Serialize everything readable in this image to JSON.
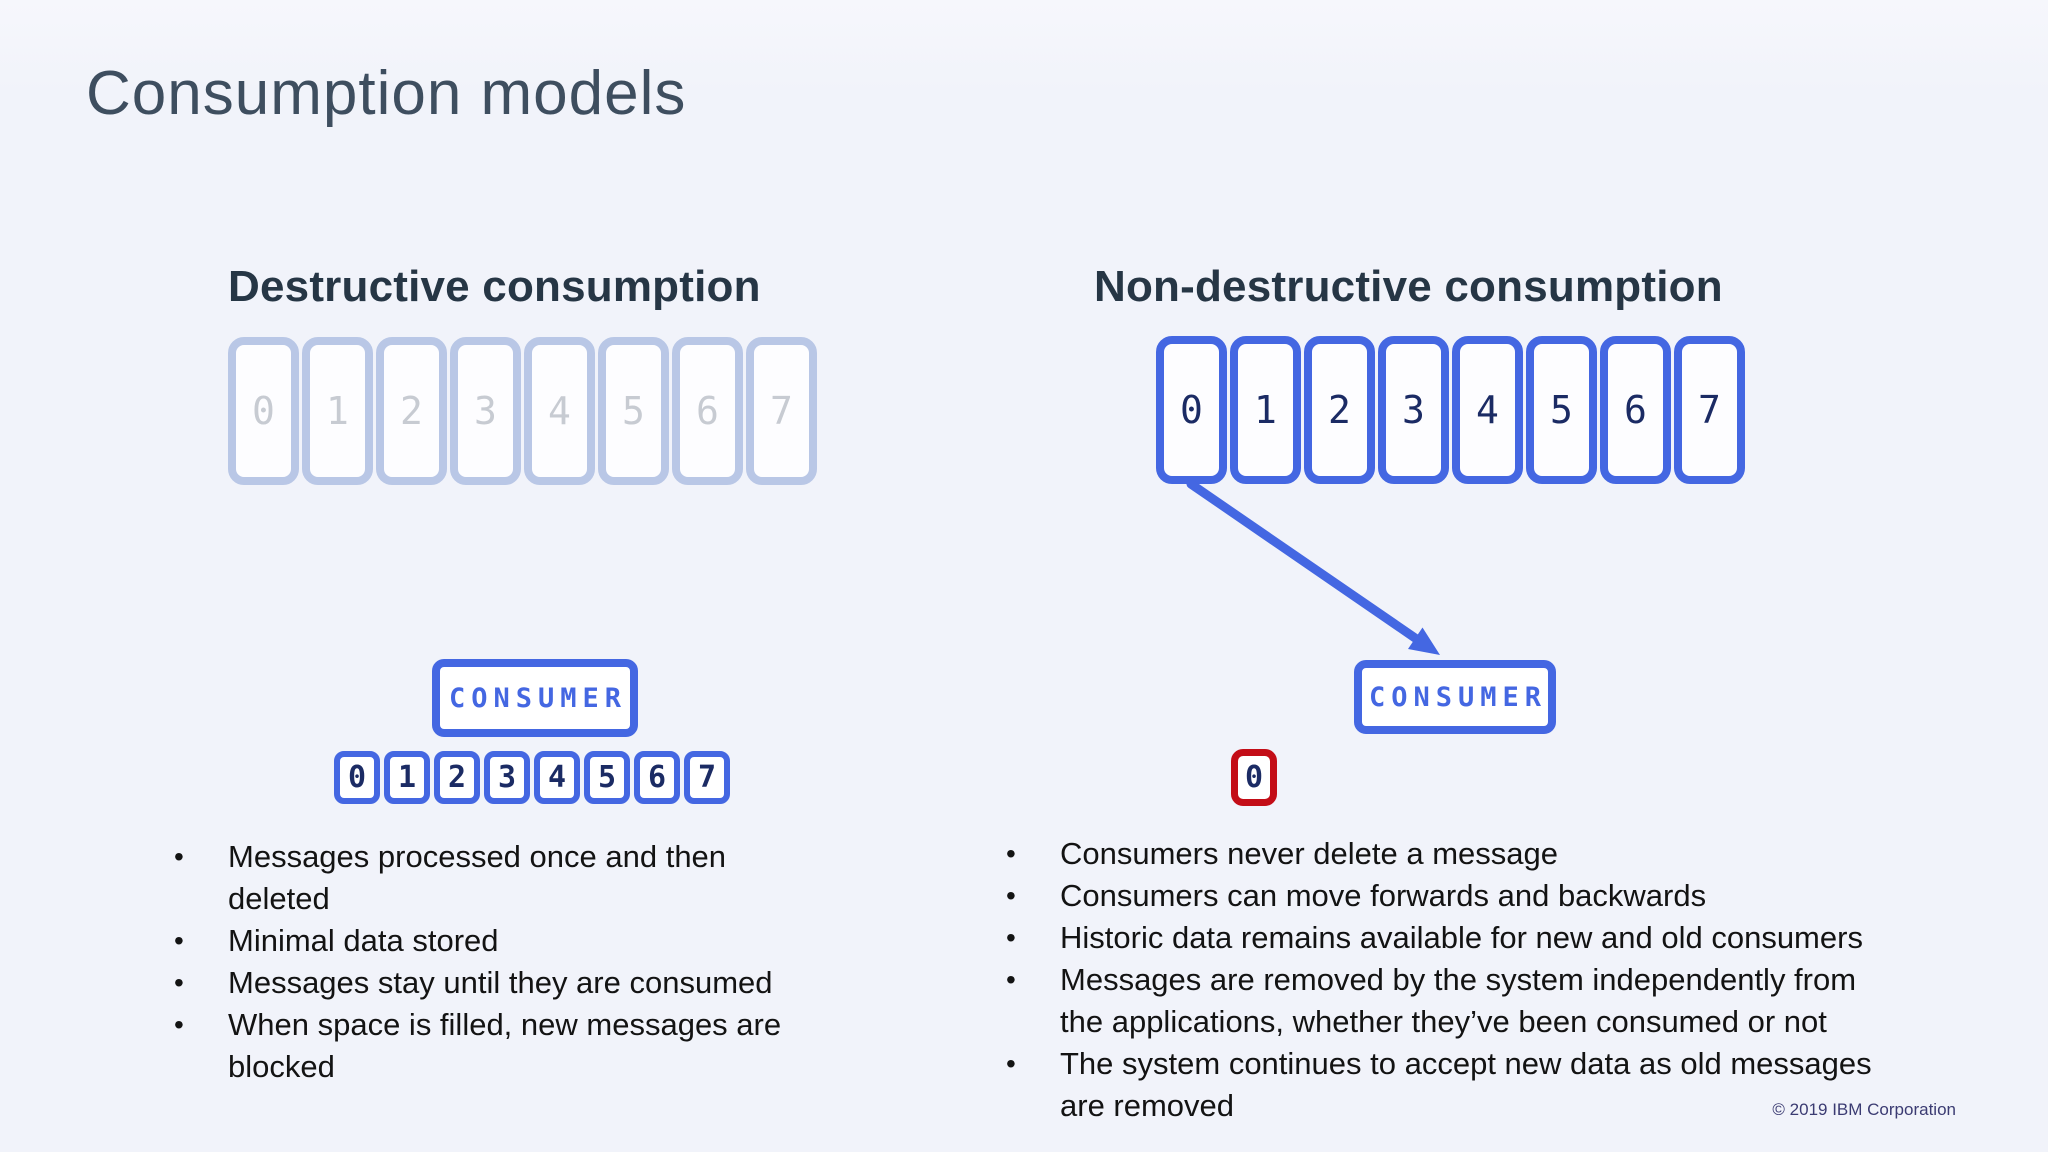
{
  "slide": {
    "title": "Consumption models",
    "copyright": "© 2019 IBM Corporation"
  },
  "colors": {
    "background": "#f1f3fa",
    "bg_top": "#f6f7fc",
    "title": "#3e4e5f",
    "heading": "#263645",
    "accent_blue": "#4467e2",
    "navy_text": "#1b2b64",
    "faded_border": "#b9c7e6",
    "faded_digit": "#c7cbd2",
    "alert_red": "#c30d17",
    "body_text": "#131313",
    "copyright": "#3b3b72"
  },
  "left_panel": {
    "heading": "Destructive consumption",
    "partitions": [
      "0",
      "1",
      "2",
      "3",
      "4",
      "5",
      "6",
      "7"
    ],
    "consumer_label": "CONSUMER",
    "consumed_messages": [
      "0",
      "1",
      "2",
      "3",
      "4",
      "5",
      "6",
      "7"
    ],
    "bullets": [
      "Messages processed once and then deleted",
      "Minimal data stored",
      "Messages stay until they are consumed",
      "When space is filled, new messages are\nblocked"
    ]
  },
  "right_panel": {
    "heading": "Non-destructive consumption",
    "partitions": [
      "0",
      "1",
      "2",
      "3",
      "4",
      "5",
      "6",
      "7"
    ],
    "consumer_label": "CONSUMER",
    "consumer_offset": "0",
    "bullets": [
      "Consumers never delete a message",
      "Consumers can move forwards and backwards",
      "Historic data remains available for new and old consumers",
      "Messages are removed by the system independently from\nthe applications, whether they’ve been consumed or not",
      "The system continues to accept new data as old messages\nare removed"
    ]
  }
}
